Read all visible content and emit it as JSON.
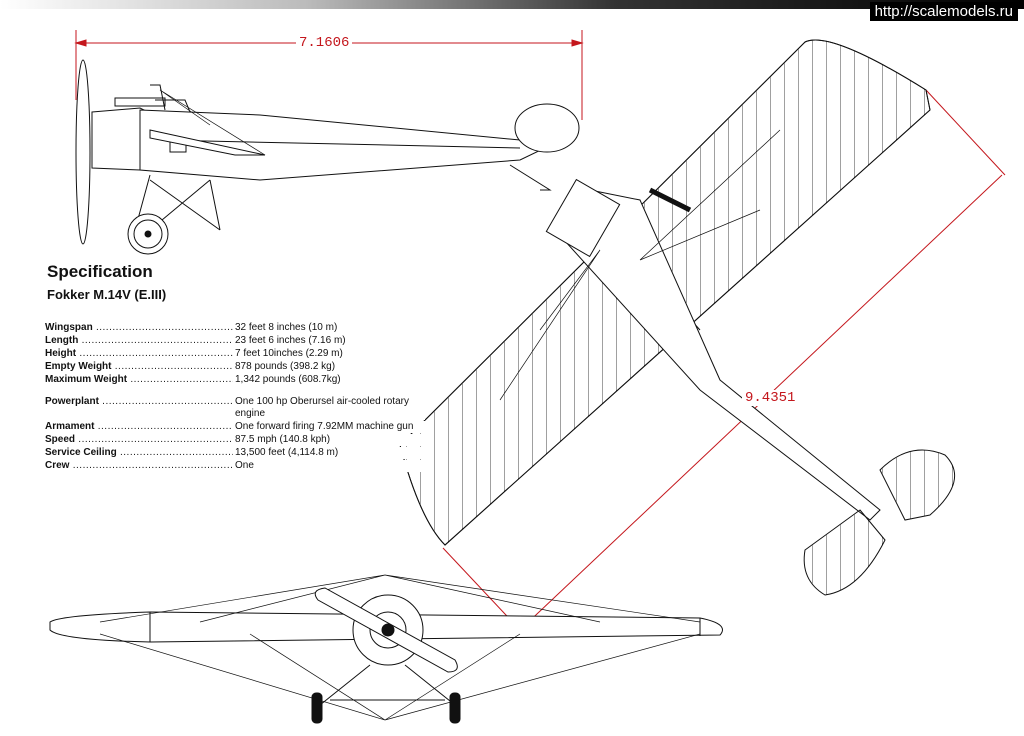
{
  "watermark": "http://scalemodels.ru",
  "dimensions": {
    "length": "7.1606",
    "span": "9.4351"
  },
  "spec": {
    "title": "Specification",
    "subtitle": "Fokker M.14V (E.III)",
    "rows": [
      {
        "label": "Wingspan",
        "value": "32 feet 8 inches (10 m)"
      },
      {
        "label": "Length",
        "value": "23 feet 6 inches (7.16 m)"
      },
      {
        "label": "Height",
        "value": "7 feet 10inches (2.29 m)"
      },
      {
        "label": "Empty Weight",
        "value": "878 pounds (398.2  kg)"
      },
      {
        "label": "Maximum Weight",
        "value": "1,342 pounds (608.7kg)"
      },
      {
        "label": "Powerplant",
        "value": "One 100 hp Oberursel  air-cooled rotary engine"
      },
      {
        "label": "Armament",
        "value": "One forward firing 7.92MM machine gun"
      },
      {
        "label": "Speed",
        "value": "87.5 mph (140.8 kph)"
      },
      {
        "label": "Service Ceiling",
        "value": "13,500 feet (4,114.8 m)"
      },
      {
        "label": "Crew",
        "value": "One"
      }
    ]
  },
  "colors": {
    "dimension_line": "#c4161c",
    "line_art": "#111111"
  }
}
